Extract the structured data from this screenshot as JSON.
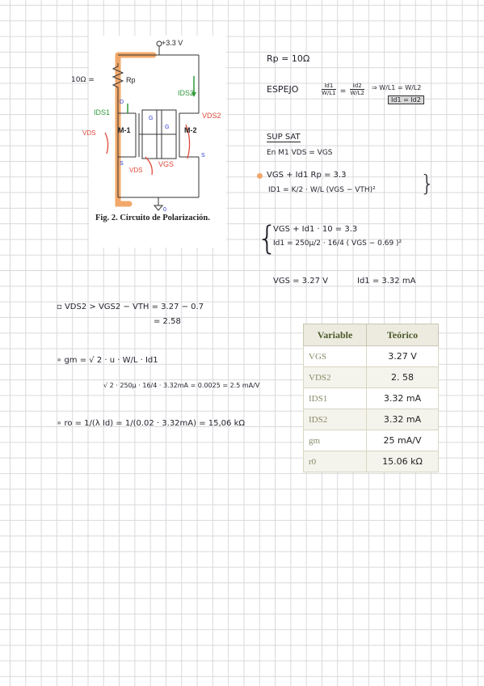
{
  "figure": {
    "supply": "+3.3 V",
    "rp": "Rp",
    "r_annot": "10Ω =",
    "ids1": "IDS1",
    "ids2": "IDS2",
    "vds2": "VDS2",
    "vgs": "VGS",
    "m1": "M-1",
    "m2": "M-2",
    "vds1_hand": "VDS",
    "vds_hand": "VDS",
    "caption": "Fig. 2. Circuito de Polarización."
  },
  "notes": {
    "rp_line": "Rp = 10Ω",
    "espejo_label": "ESPEJO",
    "espejo_frac1_num": "Id1",
    "espejo_frac1_den": "W/L1",
    "espejo_frac2_num": "Id2",
    "espejo_frac2_den": "W/L2",
    "espejo_implies": "⇒ W/L1 = W/L2",
    "espejo_result": "Id1 = Id2",
    "sup_sat": "SUP SAT",
    "en_m1": "En  M1    VDS = VGS",
    "eq1a": "VGS + Id1 Rp = 3.3",
    "eq1b": "ID1 = K/2 · W/L (VGS − VTH)²",
    "eq2a": "VGS + Id1 · 10 = 3.3",
    "eq2b": "Id1 = 250µ/2 · 16/4 ( VGS − 0.69 )²",
    "res_vgs": "VGS = 3.27 V",
    "res_id": "Id1 = 3.32 mA",
    "vds2_line1": "▫  VDS2 > VGS2 − VTH = 3.27 − 0.7",
    "vds2_line2": "= 2.58",
    "gm_line1": "∘  gm = √ 2 · u · W/L · Id1",
    "gm_line2": "√ 2 · 250µ · 16/4 · 3.32mA  = 0.0025 = 2.5 mA/V",
    "ro_line": "∘  ro = 1/(λ Id) = 1/(0.02 · 3.32mA) = 15,06 kΩ"
  },
  "table": {
    "headers": [
      "Variable",
      "Teórico"
    ],
    "rows": [
      {
        "var": "VGS",
        "val": "3.27 V"
      },
      {
        "var": "VDS2",
        "val": "2. 58"
      },
      {
        "var": "IDS1",
        "val": "3.32 mA"
      },
      {
        "var": "IDS2",
        "val": "3.32 mA"
      },
      {
        "var": "gm",
        "val": "25  mA/V"
      },
      {
        "var": "r0",
        "val": "15.06 kΩ"
      }
    ]
  }
}
